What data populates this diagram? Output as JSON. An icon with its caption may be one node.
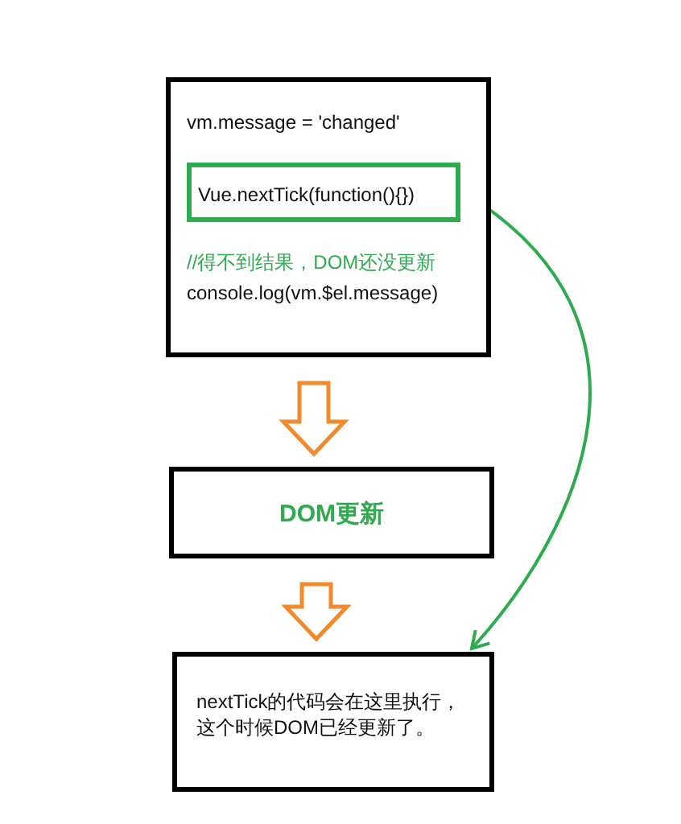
{
  "diagram": {
    "nodes": [
      {
        "text": [
          "vm.message = 'changed'",
          "//得不到结果，DOM还没更新",
          "console.log(vm.$el.message)"
        ]
      },
      {
        "text": [
          "Vue.nextTick(function(){})"
        ],
        "in": 0
      },
      {
        "text": [
          "DOM更新"
        ]
      },
      {
        "text": [
          "nextTick的代码会在这里执行，这个时候DOM已经更新了。"
        ]
      }
    ],
    "edges": [
      {
        "from": 0,
        "to": 2,
        "arrow": "to",
        "style": "thick"
      },
      {
        "from": 2,
        "to": 3,
        "arrow": "to",
        "style": "thick"
      },
      {
        "from": 1,
        "to": 3,
        "arrow": "to",
        "color": "#2eaa4f"
      }
    ]
  }
}
